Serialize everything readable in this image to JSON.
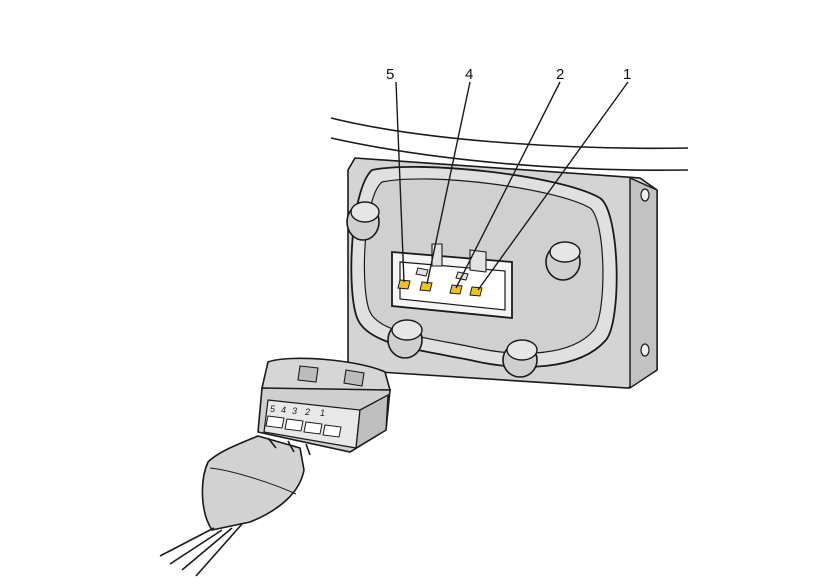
{
  "callouts": [
    {
      "id": "pin-5",
      "label": "5"
    },
    {
      "id": "pin-4",
      "label": "4"
    },
    {
      "id": "pin-2",
      "label": "2"
    },
    {
      "id": "pin-1",
      "label": "1"
    }
  ],
  "plug_pin_labels": [
    "5",
    "4",
    "3",
    "2",
    "1"
  ],
  "colors": {
    "line": "#1a1a1a",
    "housing_gray": "#d8d8d8",
    "housing_dark": "#bdbdbd",
    "plug_gray": "#cfcfcf",
    "terminal_yellow": "#f2c21b",
    "background": "#ffffff"
  }
}
